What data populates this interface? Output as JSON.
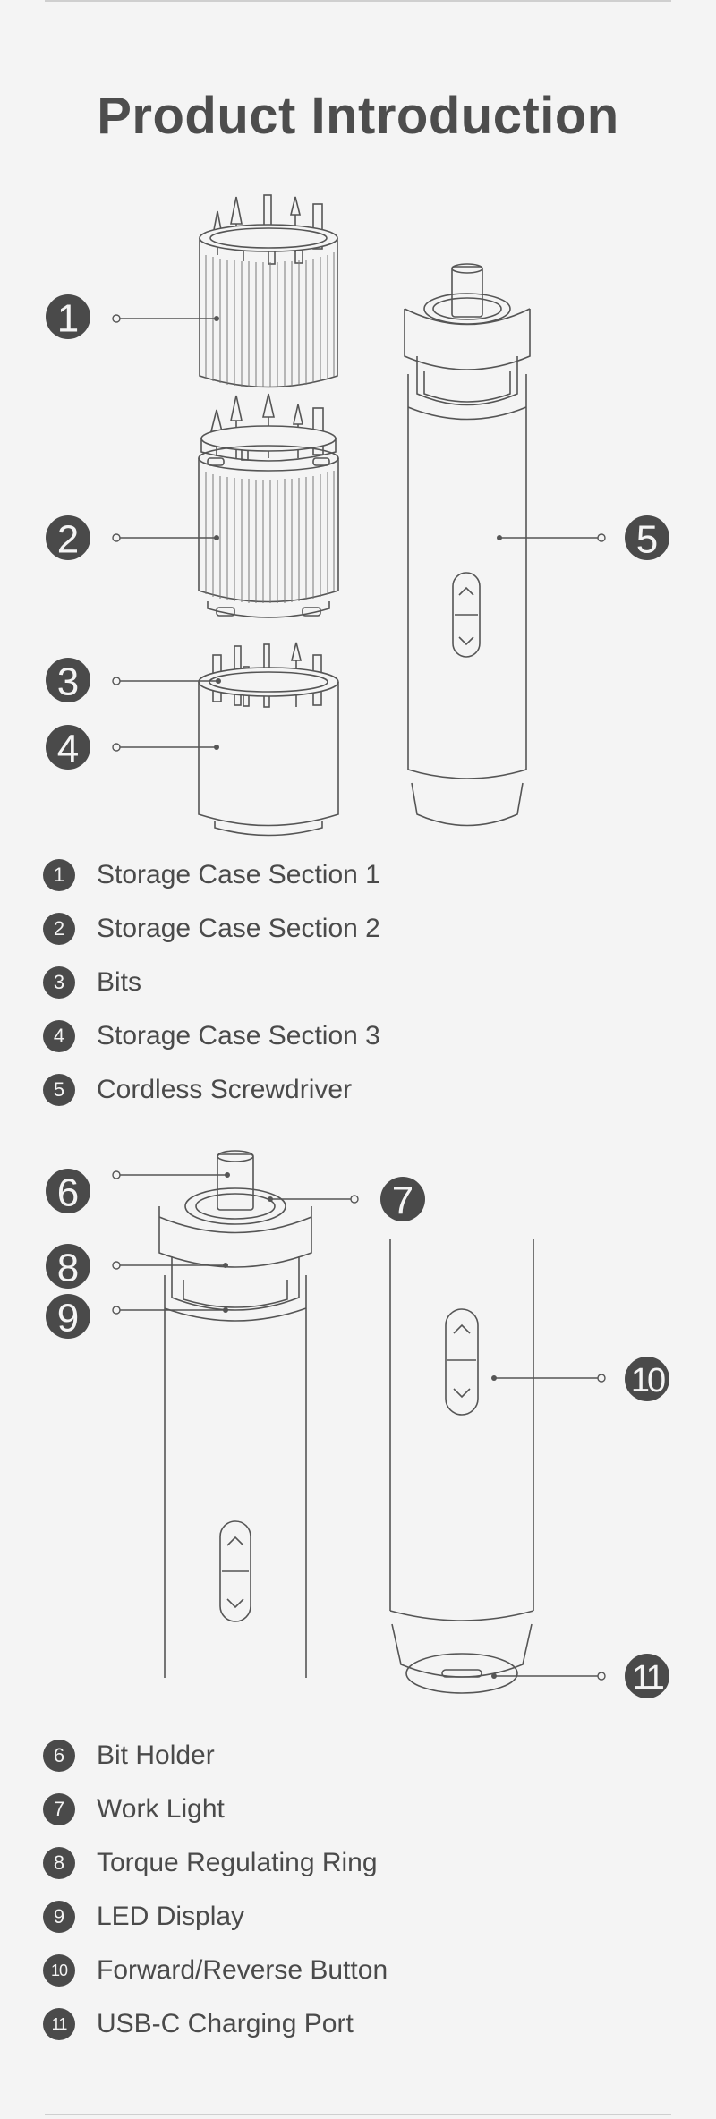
{
  "title": "Product Introduction",
  "legend_top": [
    {
      "num": "1",
      "label": "Storage Case Section 1"
    },
    {
      "num": "2",
      "label": "Storage Case Section 2"
    },
    {
      "num": "3",
      "label": "Bits"
    },
    {
      "num": "4",
      "label": "Storage Case Section 3"
    },
    {
      "num": "5",
      "label": "Cordless Screwdriver"
    }
  ],
  "legend_bottom": [
    {
      "num": "6",
      "label": "Bit Holder"
    },
    {
      "num": "7",
      "label": "Work Light"
    },
    {
      "num": "8",
      "label": "Torque Regulating Ring"
    },
    {
      "num": "9",
      "label": "LED Display"
    },
    {
      "num": "10",
      "label": "Forward/Reverse Button"
    },
    {
      "num": "11",
      "label": "USB-C Charging Port"
    }
  ],
  "callouts": {
    "c1": "1",
    "c2": "2",
    "c3": "3",
    "c4": "4",
    "c5": "5",
    "c6": "6",
    "c7": "7",
    "c8": "8",
    "c9": "9",
    "c10": "10",
    "c11": "11"
  },
  "colors": {
    "ink": "#4a4a4a",
    "line": "#555555",
    "background": "#f4f4f4"
  }
}
